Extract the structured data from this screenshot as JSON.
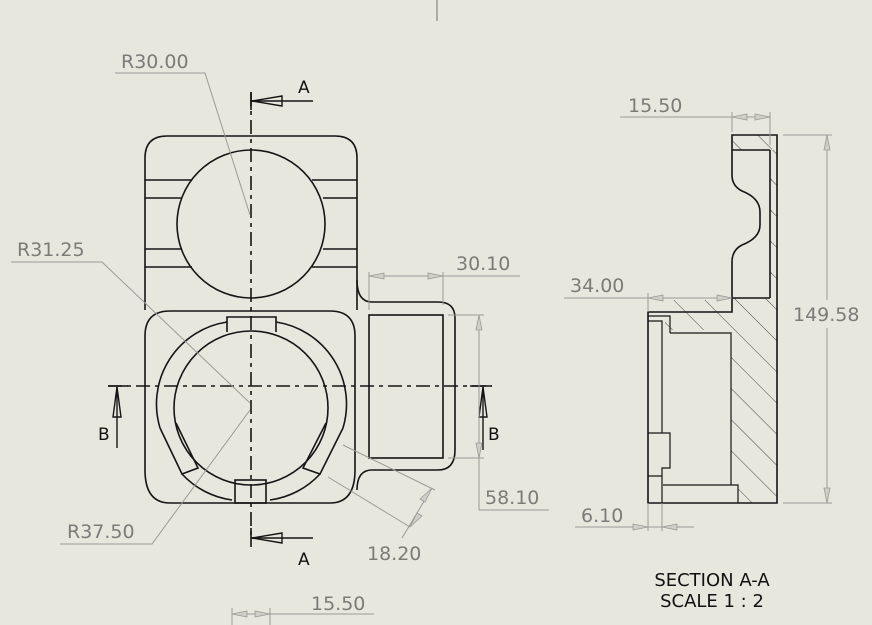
{
  "drawing": {
    "background_color": "#e8e7de",
    "line_color": "#151515",
    "dimension_color": "#7b7b78"
  },
  "front_view": {
    "section_labels": {
      "top_arrow": "A",
      "bottom_arrow": "A",
      "left_arrow": "B",
      "right_arrow": "B"
    },
    "dimensions": {
      "radius_top_bore": "R30.00",
      "radius_inner_ring": "R31.25",
      "radius_outer_ring": "R37.50",
      "boss_width": "30.10",
      "boss_height": "58.10",
      "tab_offset": "18.20",
      "bottom_width": "15.50"
    }
  },
  "section_view": {
    "dimensions": {
      "top_thickness": "15.50",
      "step_depth": "34.00",
      "overall_height": "149.58",
      "lip_depth": "6.10"
    },
    "caption": {
      "title": "SECTION A-A",
      "scale": "SCALE 1 : 2"
    }
  }
}
